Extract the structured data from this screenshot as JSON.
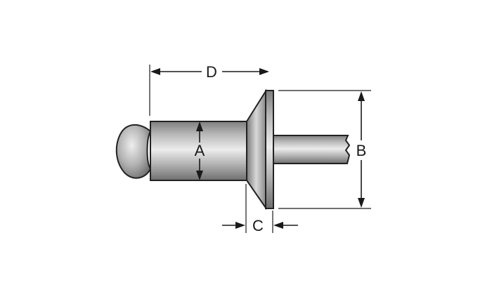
{
  "dimensions": {
    "A": "A",
    "B": "B",
    "C": "C",
    "D": "D"
  },
  "colors": {
    "outline": "#222222",
    "metal_dark": "#8e8e8e",
    "metal_light": "#e8e8e8",
    "dimension_line": "#1a1a1a"
  }
}
